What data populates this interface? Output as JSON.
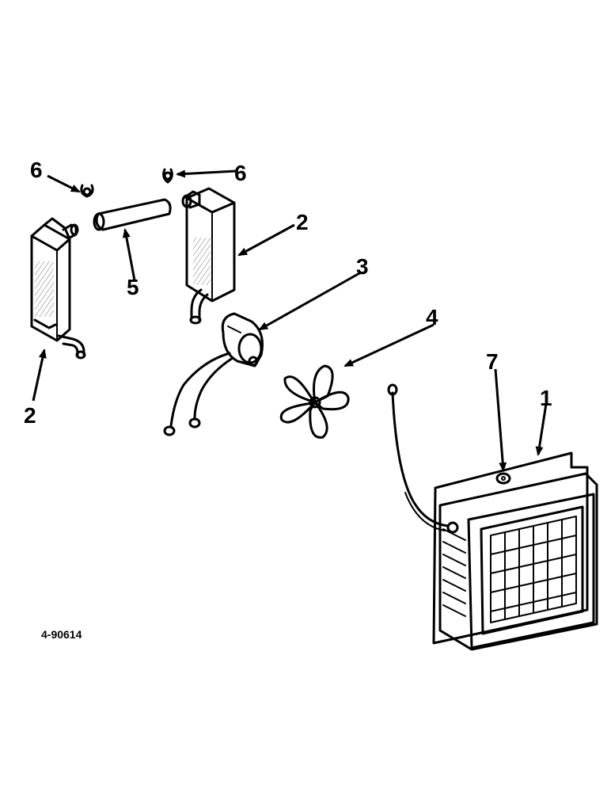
{
  "diagram": {
    "reference_number": "4-90614",
    "callouts": {
      "heater_housing": "1",
      "heater_core_left": "2",
      "heater_core_right": "2",
      "blower_motor": "3",
      "fan_blade": "4",
      "hose": "5",
      "clamp_left": "6",
      "clamp_right": "6",
      "nut": "7"
    }
  }
}
